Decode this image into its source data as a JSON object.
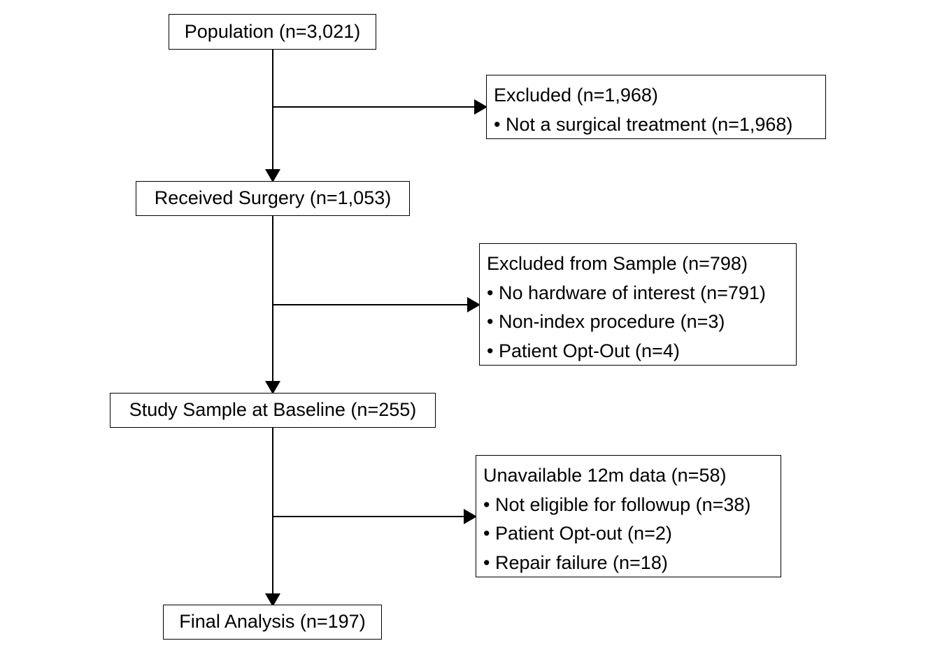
{
  "flowchart": {
    "main_boxes": [
      {
        "label": "Population (n=3,021)"
      },
      {
        "label": "Received Surgery (n=1,053)"
      },
      {
        "label": "Study Sample at Baseline (n=255)"
      },
      {
        "label": "Final Analysis (n=197)"
      }
    ],
    "exclusion_boxes": [
      {
        "title": "Excluded (n=1,968)",
        "items": [
          "• Not a surgical treatment (n=1,968)"
        ]
      },
      {
        "title": "Excluded from Sample (n=798)",
        "items": [
          "• No hardware of interest (n=791)",
          "• Non-index procedure (n=3)",
          "• Patient Opt-Out (n=4)"
        ]
      },
      {
        "title": "Unavailable 12m data (n=58)",
        "items": [
          "• Not eligible for followup (n=38)",
          "• Patient Opt-out (n=2)",
          "• Repair failure (n=18)"
        ]
      }
    ],
    "colors": {
      "line": "#000000",
      "box_border": "#000000",
      "background": "#ffffff"
    }
  }
}
